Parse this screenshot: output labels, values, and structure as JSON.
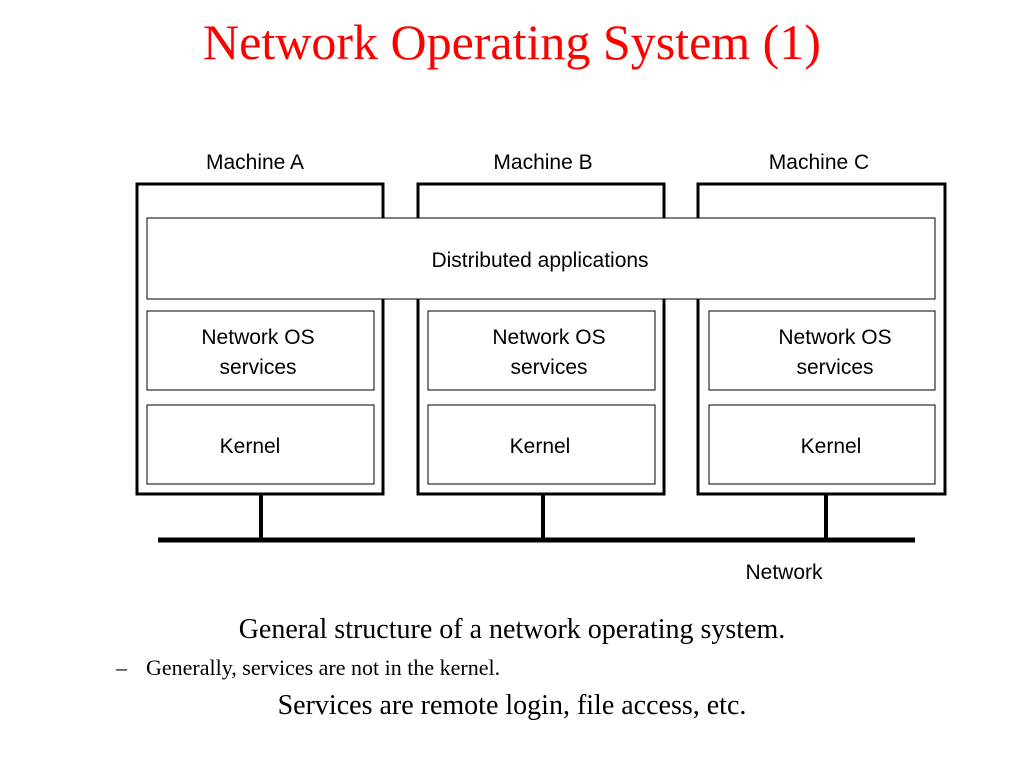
{
  "slide": {
    "title": "Network Operating System (1)",
    "title_color": "#ff0000"
  },
  "diagram": {
    "machines": [
      {
        "label": "Machine A",
        "services": [
          "Network OS",
          "services"
        ],
        "kernel": "Kernel"
      },
      {
        "label": "Machine B",
        "services": [
          "Network OS",
          "services"
        ],
        "kernel": "Kernel"
      },
      {
        "label": "Machine C",
        "services": [
          "Network OS",
          "services"
        ],
        "kernel": "Kernel"
      }
    ],
    "distributed_label": "Distributed applications",
    "network_label": "Network"
  },
  "captions": {
    "figure_caption": "General structure of a network operating system.",
    "bullet_dash": "–",
    "bullet_text": "Generally, services are not in the kernel.",
    "note": "Services are remote login, file access, etc."
  }
}
